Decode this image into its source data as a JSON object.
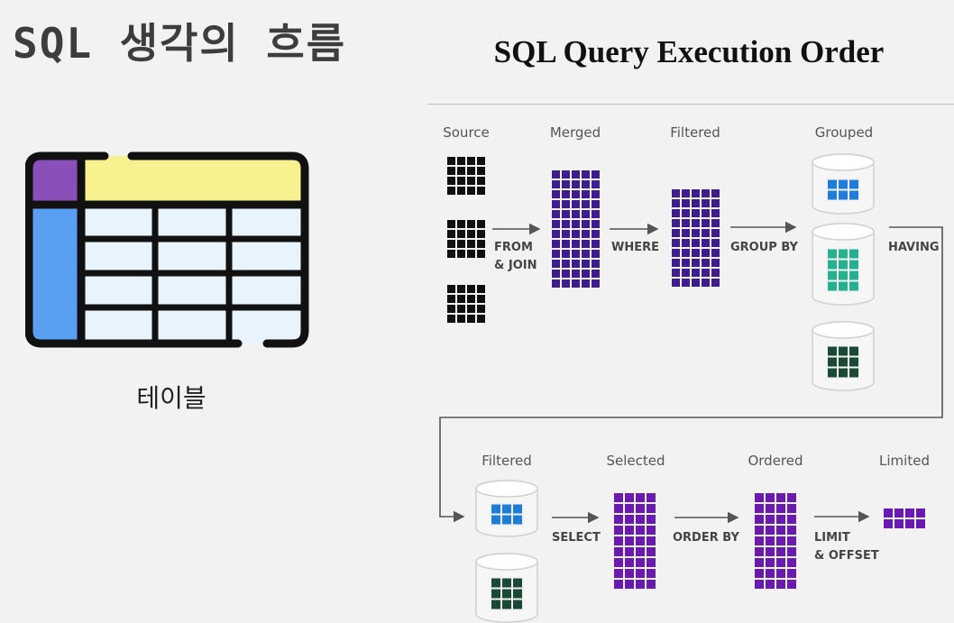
{
  "slide": {
    "title": "SQL 생각의 흐름",
    "table_caption": "테이블"
  },
  "diagram": {
    "title": "SQL Query Execution Order",
    "stages": {
      "source": "Source",
      "merged": "Merged",
      "filtered": "Filtered",
      "grouped": "Grouped",
      "filtered2": "Filtered",
      "selected": "Selected",
      "ordered": "Ordered",
      "limited": "Limited"
    },
    "operations": {
      "from_join_1": "FROM",
      "from_join_2": "& JOIN",
      "where": "WHERE",
      "group_by": "GROUP BY",
      "having": "HAVING",
      "select": "SELECT",
      "order_by": "ORDER BY",
      "limit_1": "LIMIT",
      "limit_2": "& OFFSET"
    }
  },
  "colors": {
    "source": "#101010",
    "merged": "#3f1d8e",
    "filtered": "#3f1d8e",
    "group_blue": "#1e7dd8",
    "group_teal": "#27b08f",
    "group_dark": "#1a4a36",
    "selected": "#6a1ab0",
    "arrow": "#555555",
    "table_header": "#f7f28f",
    "table_corner": "#8a4fb8",
    "table_side": "#5aa0f2",
    "table_cell": "#e9f3fb"
  }
}
